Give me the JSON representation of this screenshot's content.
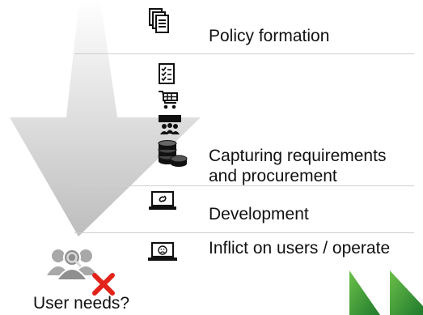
{
  "stages": [
    {
      "label": "Policy formation",
      "icon": "documents-icon"
    },
    {
      "label": "Capturing requirements\nand procurement",
      "icons": [
        "checklist-icon",
        "shopping-cart-icon",
        "meeting-icon",
        "coins-icon"
      ]
    },
    {
      "label": "Development",
      "icon": "laptop-code-icon"
    },
    {
      "label": "Inflict on users / operate",
      "icon": "laptop-sad-face-icon"
    }
  ],
  "user_needs": {
    "label": "User needs?",
    "icon": "users-icon",
    "mark": "red-x-icon"
  },
  "colors": {
    "arrow": "#c4c4c4",
    "green": "#2e9a3a",
    "red": "#e2231a",
    "text": "#111111"
  }
}
